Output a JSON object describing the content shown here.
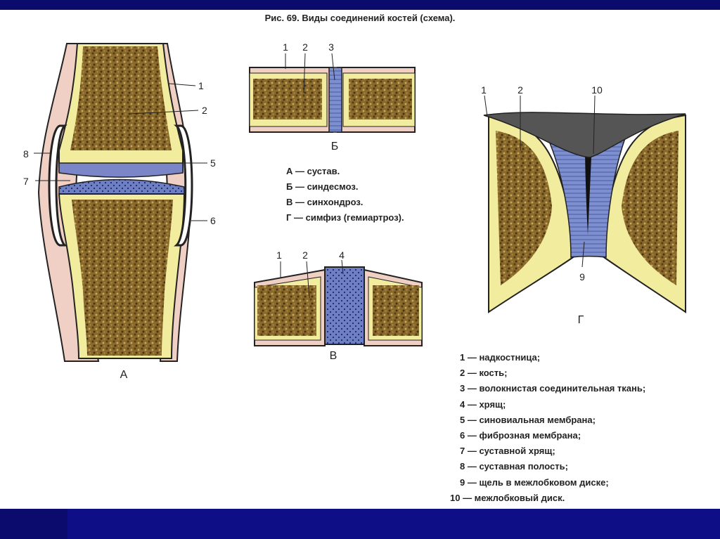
{
  "title": "Рис. 69. Виды соединений костей (схема).",
  "panel_labels": {
    "a": "А",
    "b": "Б",
    "v": "В",
    "g": "Г"
  },
  "callouts_a": [
    "1",
    "2",
    "5",
    "6",
    "7",
    "8"
  ],
  "callouts_b": [
    "1",
    "2",
    "3"
  ],
  "callouts_v": [
    "1",
    "2",
    "4"
  ],
  "callouts_g": [
    "1",
    "2",
    "10",
    "9"
  ],
  "types_legend": [
    "А — сустав.",
    "Б — синдесмоз.",
    "В — синхондроз.",
    "Г — симфиз (гемиартроз)."
  ],
  "parts_legend": [
    "1 — надкостница;",
    "2 — кость;",
    "3 — волокнистая соединительная ткань;",
    "4 — хрящ;",
    "5 — синовиальная мембрана;",
    "6 — фиброзная мембрана;",
    "7 — суставной хрящ;",
    "8 — суставная полость;",
    "9 — щель в межлобковом диске;",
    "10 — межлобковый диск."
  ],
  "colors": {
    "bone": "#7a5a22",
    "cortex": "#f2ec9e",
    "periosteum": "#f0cfc4",
    "cartilage": "#7a86c8",
    "outline": "#222222"
  }
}
